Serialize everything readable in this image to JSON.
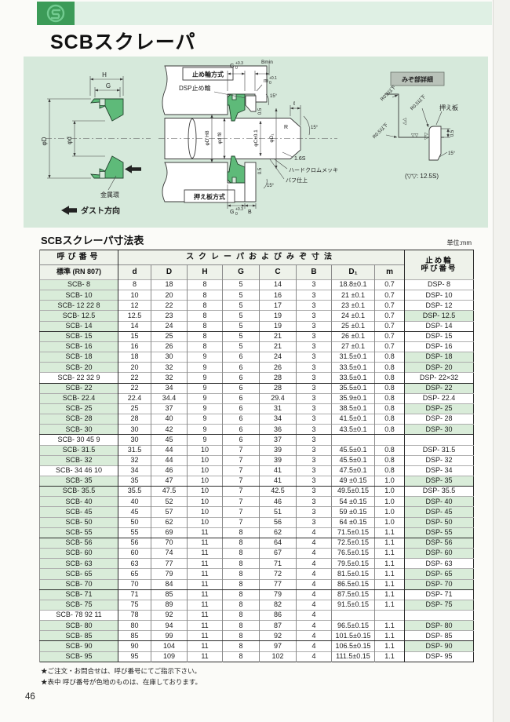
{
  "page": {
    "title": "SCBスクレーパ",
    "page_number": "46"
  },
  "diagram": {
    "left": {
      "dim_h": "H",
      "dim_g": "G",
      "dim_d_outer": "φD",
      "dim_d_inner": "φd",
      "metal_ring": "金属環",
      "dust_direction": "ダスト方向"
    },
    "center": {
      "snap_ring_method": "止め輪方式",
      "dsp_ring": "DSP止め輪",
      "plate_method": "押え板方式",
      "dim_g": "G",
      "g_tol_up": "+0.3",
      "g_tol_dn": "0",
      "dim_bmin": "Bmin",
      "dim_m": "m",
      "m_tol_up": "+0.1",
      "m_tol_dn": "0",
      "angle_15": "15°",
      "dim_05": "0.5",
      "dim_dD": "φD H8",
      "dim_dd": "φd f8",
      "dim_dC": "φC±0.1",
      "dim_dD1": "φD₁",
      "dim_l": "ℓ",
      "dim_r": "R",
      "surface_16s": "1.6S",
      "hard_chrome": "ハードクロムメッキ",
      "buff_finish": "バフ仕上",
      "dim_b": "B"
    },
    "detail": {
      "title": "みぞ部詳細",
      "r03": "R0.3以下",
      "r05": "R0.5以下",
      "plate": "押え板",
      "dim_05": "0.5",
      "angle_15": "15°",
      "finish_marks": "▽▽",
      "finish_note": "(▽▽: 12.5S)"
    }
  },
  "table": {
    "title": "SCBスクレーパ寸法表",
    "unit": "単位:mm",
    "header": {
      "col_name_line1": "呼び番号",
      "col_name_line2": "標準 (RN 807)",
      "group_header": "スクレーパおよびみぞ寸法",
      "dim_cols": [
        "d",
        "D",
        "H",
        "G",
        "C",
        "B",
        "D₁",
        "m"
      ],
      "ring_col_line1": "止め輪",
      "ring_col_line2": "呼び番号"
    },
    "rows": [
      {
        "name": "SCB- 8",
        "stock": true,
        "d": "8",
        "D": "18",
        "H": "8",
        "G": "5",
        "C": "14",
        "B": "3",
        "D1": "18.8±0.1",
        "m": "0.7",
        "dsp": "DSP- 8",
        "dsp_stock": false,
        "group_end": false
      },
      {
        "name": "SCB- 10",
        "stock": true,
        "d": "10",
        "D": "20",
        "H": "8",
        "G": "5",
        "C": "16",
        "B": "3",
        "D1": "21 ±0.1",
        "m": "0.7",
        "dsp": "DSP- 10",
        "dsp_stock": false,
        "group_end": false
      },
      {
        "name": "SCB- 12 22 8",
        "stock": true,
        "d": "12",
        "D": "22",
        "H": "8",
        "G": "5",
        "C": "17",
        "B": "3",
        "D1": "23 ±0.1",
        "m": "0.7",
        "dsp": "DSP- 12",
        "dsp_stock": false,
        "group_end": false
      },
      {
        "name": "SCB- 12.5",
        "stock": true,
        "d": "12.5",
        "D": "23",
        "H": "8",
        "G": "5",
        "C": "19",
        "B": "3",
        "D1": "24 ±0.1",
        "m": "0.7",
        "dsp": "DSP- 12.5",
        "dsp_stock": true,
        "group_end": false
      },
      {
        "name": "SCB- 14",
        "stock": true,
        "d": "14",
        "D": "24",
        "H": "8",
        "G": "5",
        "C": "19",
        "B": "3",
        "D1": "25 ±0.1",
        "m": "0.7",
        "dsp": "DSP- 14",
        "dsp_stock": false,
        "group_end": true
      },
      {
        "name": "SCB- 15",
        "stock": true,
        "d": "15",
        "D": "25",
        "H": "8",
        "G": "5",
        "C": "21",
        "B": "3",
        "D1": "26 ±0.1",
        "m": "0.7",
        "dsp": "DSP- 15",
        "dsp_stock": false,
        "group_end": false
      },
      {
        "name": "SCB- 16",
        "stock": true,
        "d": "16",
        "D": "26",
        "H": "8",
        "G": "5",
        "C": "21",
        "B": "3",
        "D1": "27 ±0.1",
        "m": "0.7",
        "dsp": "DSP- 16",
        "dsp_stock": false,
        "group_end": false
      },
      {
        "name": "SCB- 18",
        "stock": true,
        "d": "18",
        "D": "30",
        "H": "9",
        "G": "6",
        "C": "24",
        "B": "3",
        "D1": "31.5±0.1",
        "m": "0.8",
        "dsp": "DSP- 18",
        "dsp_stock": true,
        "group_end": false
      },
      {
        "name": "SCB- 20",
        "stock": true,
        "d": "20",
        "D": "32",
        "H": "9",
        "G": "6",
        "C": "26",
        "B": "3",
        "D1": "33.5±0.1",
        "m": "0.8",
        "dsp": "DSP- 20",
        "dsp_stock": true,
        "group_end": false
      },
      {
        "name": "SCB- 22 32 9",
        "stock": false,
        "d": "22",
        "D": "32",
        "H": "9",
        "G": "6",
        "C": "28",
        "B": "3",
        "D1": "33.5±0.1",
        "m": "0.8",
        "dsp": "DSP- 22×32",
        "dsp_stock": false,
        "group_end": true
      },
      {
        "name": "SCB- 22",
        "stock": true,
        "d": "22",
        "D": "34",
        "H": "9",
        "G": "6",
        "C": "28",
        "B": "3",
        "D1": "35.5±0.1",
        "m": "0.8",
        "dsp": "DSP- 22",
        "dsp_stock": true,
        "group_end": false
      },
      {
        "name": "SCB- 22.4",
        "stock": true,
        "d": "22.4",
        "D": "34.4",
        "H": "9",
        "G": "6",
        "C": "29.4",
        "B": "3",
        "D1": "35.9±0.1",
        "m": "0.8",
        "dsp": "DSP- 22.4",
        "dsp_stock": false,
        "group_end": false
      },
      {
        "name": "SCB- 25",
        "stock": true,
        "d": "25",
        "D": "37",
        "H": "9",
        "G": "6",
        "C": "31",
        "B": "3",
        "D1": "38.5±0.1",
        "m": "0.8",
        "dsp": "DSP- 25",
        "dsp_stock": true,
        "group_end": false
      },
      {
        "name": "SCB- 28",
        "stock": true,
        "d": "28",
        "D": "40",
        "H": "9",
        "G": "6",
        "C": "34",
        "B": "3",
        "D1": "41.5±0.1",
        "m": "0.8",
        "dsp": "DSP- 28",
        "dsp_stock": false,
        "group_end": false
      },
      {
        "name": "SCB- 30",
        "stock": true,
        "d": "30",
        "D": "42",
        "H": "9",
        "G": "6",
        "C": "36",
        "B": "3",
        "D1": "43.5±0.1",
        "m": "0.8",
        "dsp": "DSP- 30",
        "dsp_stock": true,
        "group_end": true
      },
      {
        "name": "SCB- 30 45 9",
        "stock": false,
        "d": "30",
        "D": "45",
        "H": "9",
        "G": "6",
        "C": "37",
        "B": "3",
        "D1": "",
        "m": "",
        "dsp": "",
        "dsp_stock": false,
        "group_end": false
      },
      {
        "name": "SCB- 31.5",
        "stock": true,
        "d": "31.5",
        "D": "44",
        "H": "10",
        "G": "7",
        "C": "39",
        "B": "3",
        "D1": "45.5±0.1",
        "m": "0.8",
        "dsp": "DSP- 31.5",
        "dsp_stock": false,
        "group_end": false
      },
      {
        "name": "SCB- 32",
        "stock": true,
        "d": "32",
        "D": "44",
        "H": "10",
        "G": "7",
        "C": "39",
        "B": "3",
        "D1": "45.5±0.1",
        "m": "0.8",
        "dsp": "DSP- 32",
        "dsp_stock": false,
        "group_end": false
      },
      {
        "name": "SCB- 34 46 10",
        "stock": false,
        "d": "34",
        "D": "46",
        "H": "10",
        "G": "7",
        "C": "41",
        "B": "3",
        "D1": "47.5±0.1",
        "m": "0.8",
        "dsp": "DSP- 34",
        "dsp_stock": false,
        "group_end": false
      },
      {
        "name": "SCB- 35",
        "stock": true,
        "d": "35",
        "D": "47",
        "H": "10",
        "G": "7",
        "C": "41",
        "B": "3",
        "D1": "49 ±0.15",
        "m": "1.0",
        "dsp": "DSP- 35",
        "dsp_stock": true,
        "group_end": true
      },
      {
        "name": "SCB- 35.5",
        "stock": true,
        "d": "35.5",
        "D": "47.5",
        "H": "10",
        "G": "7",
        "C": "42.5",
        "B": "3",
        "D1": "49.5±0.15",
        "m": "1.0",
        "dsp": "DSP- 35.5",
        "dsp_stock": false,
        "group_end": false
      },
      {
        "name": "SCB- 40",
        "stock": true,
        "d": "40",
        "D": "52",
        "H": "10",
        "G": "7",
        "C": "46",
        "B": "3",
        "D1": "54 ±0.15",
        "m": "1.0",
        "dsp": "DSP- 40",
        "dsp_stock": true,
        "group_end": false
      },
      {
        "name": "SCB- 45",
        "stock": true,
        "d": "45",
        "D": "57",
        "H": "10",
        "G": "7",
        "C": "51",
        "B": "3",
        "D1": "59 ±0.15",
        "m": "1.0",
        "dsp": "DSP- 45",
        "dsp_stock": true,
        "group_end": false
      },
      {
        "name": "SCB- 50",
        "stock": true,
        "d": "50",
        "D": "62",
        "H": "10",
        "G": "7",
        "C": "56",
        "B": "3",
        "D1": "64 ±0.15",
        "m": "1.0",
        "dsp": "DSP- 50",
        "dsp_stock": true,
        "group_end": false
      },
      {
        "name": "SCB- 55",
        "stock": true,
        "d": "55",
        "D": "69",
        "H": "11",
        "G": "8",
        "C": "62",
        "B": "4",
        "D1": "71.5±0.15",
        "m": "1.1",
        "dsp": "DSP- 55",
        "dsp_stock": true,
        "group_end": true
      },
      {
        "name": "SCB- 56",
        "stock": true,
        "d": "56",
        "D": "70",
        "H": "11",
        "G": "8",
        "C": "64",
        "B": "4",
        "D1": "72.5±0.15",
        "m": "1.1",
        "dsp": "DSP- 56",
        "dsp_stock": true,
        "group_end": false
      },
      {
        "name": "SCB- 60",
        "stock": true,
        "d": "60",
        "D": "74",
        "H": "11",
        "G": "8",
        "C": "67",
        "B": "4",
        "D1": "76.5±0.15",
        "m": "1.1",
        "dsp": "DSP- 60",
        "dsp_stock": true,
        "group_end": false
      },
      {
        "name": "SCB- 63",
        "stock": true,
        "d": "63",
        "D": "77",
        "H": "11",
        "G": "8",
        "C": "71",
        "B": "4",
        "D1": "79.5±0.15",
        "m": "1.1",
        "dsp": "DSP- 63",
        "dsp_stock": false,
        "group_end": false
      },
      {
        "name": "SCB- 65",
        "stock": true,
        "d": "65",
        "D": "79",
        "H": "11",
        "G": "8",
        "C": "72",
        "B": "4",
        "D1": "81.5±0.15",
        "m": "1.1",
        "dsp": "DSP- 65",
        "dsp_stock": true,
        "group_end": false
      },
      {
        "name": "SCB- 70",
        "stock": true,
        "d": "70",
        "D": "84",
        "H": "11",
        "G": "8",
        "C": "77",
        "B": "4",
        "D1": "86.5±0.15",
        "m": "1.1",
        "dsp": "DSP- 70",
        "dsp_stock": true,
        "group_end": true
      },
      {
        "name": "SCB- 71",
        "stock": true,
        "d": "71",
        "D": "85",
        "H": "11",
        "G": "8",
        "C": "79",
        "B": "4",
        "D1": "87.5±0.15",
        "m": "1.1",
        "dsp": "DSP- 71",
        "dsp_stock": false,
        "group_end": false
      },
      {
        "name": "SCB- 75",
        "stock": true,
        "d": "75",
        "D": "89",
        "H": "11",
        "G": "8",
        "C": "82",
        "B": "4",
        "D1": "91.5±0.15",
        "m": "1.1",
        "dsp": "DSP- 75",
        "dsp_stock": true,
        "group_end": false
      },
      {
        "name": "SCB- 78 92 11",
        "stock": false,
        "d": "78",
        "D": "92",
        "H": "11",
        "G": "8",
        "C": "86",
        "B": "4",
        "D1": "",
        "m": "",
        "dsp": "",
        "dsp_stock": false,
        "group_end": false
      },
      {
        "name": "SCB- 80",
        "stock": true,
        "d": "80",
        "D": "94",
        "H": "11",
        "G": "8",
        "C": "87",
        "B": "4",
        "D1": "96.5±0.15",
        "m": "1.1",
        "dsp": "DSP- 80",
        "dsp_stock": true,
        "group_end": false
      },
      {
        "name": "SCB- 85",
        "stock": true,
        "d": "85",
        "D": "99",
        "H": "11",
        "G": "8",
        "C": "92",
        "B": "4",
        "D1": "101.5±0.15",
        "m": "1.1",
        "dsp": "DSP- 85",
        "dsp_stock": false,
        "group_end": true
      },
      {
        "name": "SCB- 90",
        "stock": true,
        "d": "90",
        "D": "104",
        "H": "11",
        "G": "8",
        "C": "97",
        "B": "4",
        "D1": "106.5±0.15",
        "m": "1.1",
        "dsp": "DSP- 90",
        "dsp_stock": true,
        "group_end": false
      },
      {
        "name": "SCB- 95",
        "stock": true,
        "d": "95",
        "D": "109",
        "H": "11",
        "G": "8",
        "C": "102",
        "B": "4",
        "D1": "111.5±0.15",
        "m": "1.1",
        "dsp": "DSP- 95",
        "dsp_stock": false,
        "group_end": false
      }
    ]
  },
  "notes": [
    "★ご注文・お問合せは、呼び番号にてご指示下さい。",
    "★表中 呼び番号が色地のものは、在庫しております。"
  ]
}
